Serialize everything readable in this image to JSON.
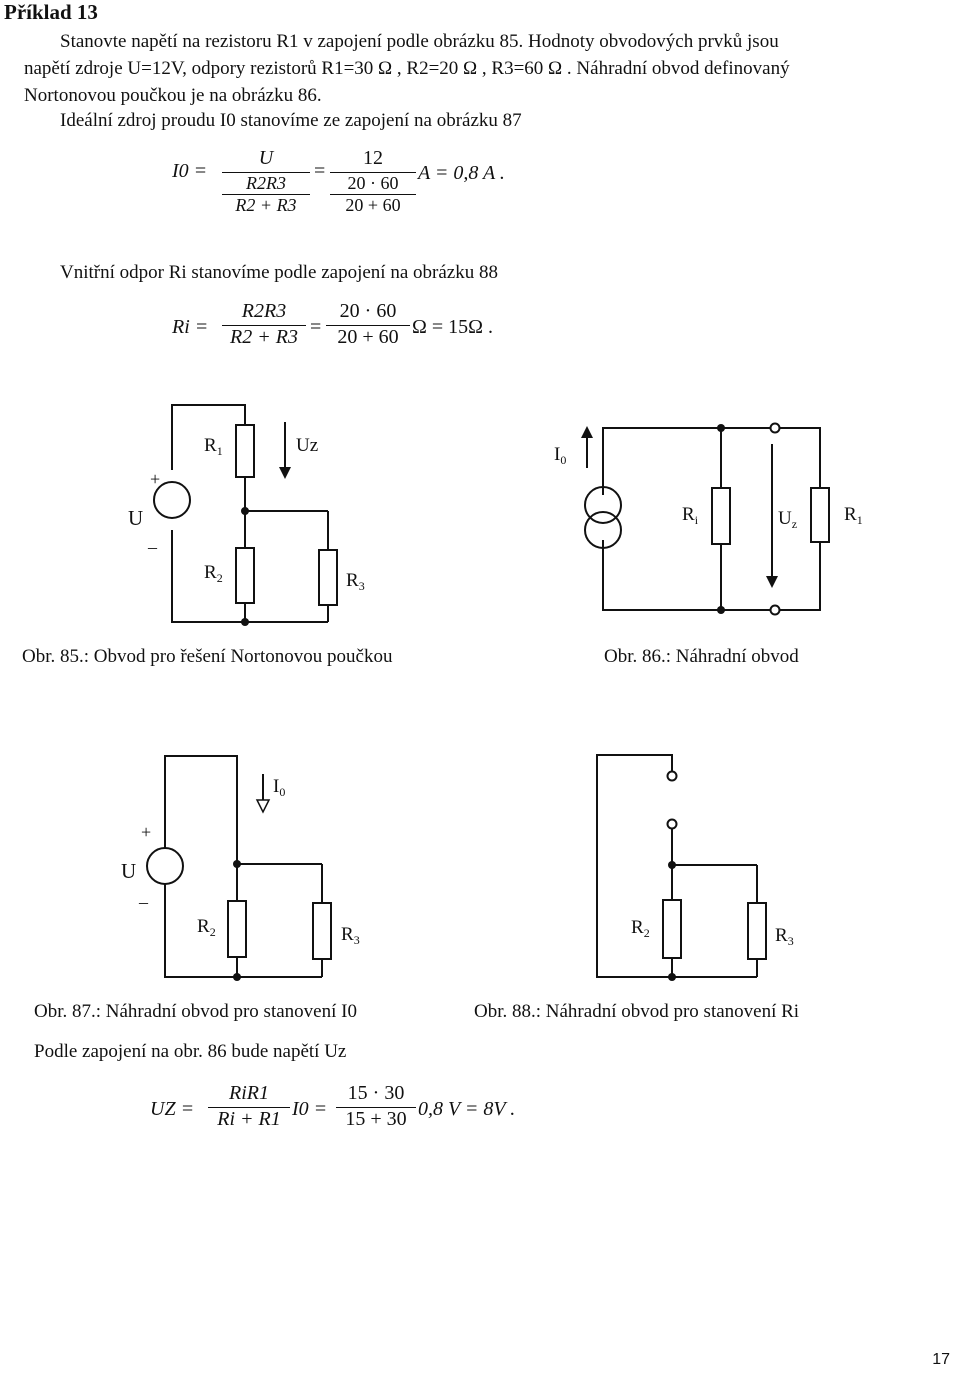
{
  "heading": "Příklad 13",
  "intro": {
    "line1": "Stanovte napětí na rezistoru R1 v zapojení podle obrázku 85. Hodnoty obvodových prvků jsou",
    "line2": "napětí zdroje U=12V, odpory rezistorů R1=30 Ω , R2=20 Ω , R3=60 Ω . Náhradní obvod definovaný",
    "line3": "Nortonovou poučkou je na obrázku 86."
  },
  "step1": "Ideální zdroj proudu I0 stanovíme ze zapojení na obrázku 87",
  "eq1": {
    "lhs": "I0 =",
    "num_sym": "U",
    "inner_num": "R2R3",
    "inner_den": "R2 + R3",
    "eq_sign": "=",
    "num_val": "12",
    "inner_num_val": "20 · 60",
    "inner_den_val": "20 + 60",
    "result": "A = 0,8 A ."
  },
  "step2": "Vnitřní odpor Ri stanovíme podle zapojení na obrázku 88",
  "eq2": {
    "lhs": "Ri =",
    "num_sym": "R2R3",
    "den_sym": "R2 + R3",
    "eq_sign": "=",
    "num_val": "20 · 60",
    "den_val": "20 + 60",
    "result": "Ω = 15Ω ."
  },
  "fig85": {
    "caption": "Obr. 85.: Obvod pro řešení Nortonovou poučkou",
    "labels": {
      "r1": "R",
      "r1s": "1",
      "r2": "R",
      "r2s": "2",
      "r3": "R",
      "r3s": "3",
      "u": "U",
      "plus": "+",
      "minus": "–",
      "uz": "Uz"
    }
  },
  "fig86": {
    "caption": "Obr. 86.: Náhradní obvod",
    "labels": {
      "i0": "I",
      "i0s": "0",
      "ri": "R",
      "ris": "i",
      "uz": "U",
      "uzs": "z",
      "r1": "R",
      "r1s": "1"
    }
  },
  "fig87": {
    "caption": "Obr. 87.: Náhradní obvod pro stanovení I0",
    "labels": {
      "i0": "I",
      "i0s": "0",
      "u": "U",
      "plus": "+",
      "minus": "–",
      "r2": "R",
      "r2s": "2",
      "r3": "R",
      "r3s": "3"
    }
  },
  "fig88": {
    "caption": "Obr. 88.: Náhradní obvod pro stanovení Ri",
    "labels": {
      "r2": "R",
      "r2s": "2",
      "r3": "R",
      "r3s": "3"
    }
  },
  "step3": "Podle zapojení na obr. 86 bude napětí Uz",
  "eq3": {
    "lhs": "UZ =",
    "num_sym": "RiR1",
    "den_sym": "Ri + R1",
    "mid": "I0 =",
    "num_val": "15 · 30",
    "den_val": "15 + 30",
    "result": "0,8 V = 8V ."
  },
  "page_number": "17"
}
